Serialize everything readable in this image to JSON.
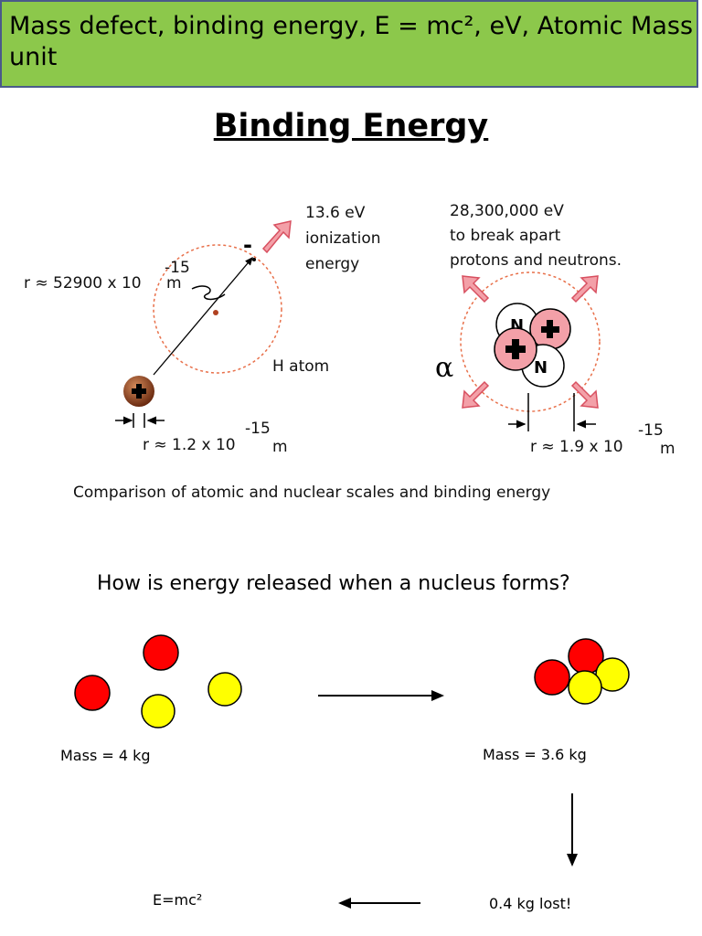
{
  "header": {
    "text": "Mass defect, binding energy, E = mc², eV, Atomic Mass unit"
  },
  "title": "Binding Energy",
  "figure": {
    "left": {
      "radius_label": "r ≈ 52900 x 10",
      "radius_exp": "-15",
      "radius_unit": "m",
      "ionization_line1": "13.6 eV",
      "ionization_line2": "ionization",
      "ionization_line3": "energy",
      "atom_label": "H atom",
      "electron_symbol": "-",
      "nucleus_radius": "r ≈ 1.2 x 10",
      "nucleus_exp": "-15",
      "nucleus_unit": "m"
    },
    "right": {
      "energy_line1": "28,300,000 eV",
      "energy_line2": "to break apart",
      "energy_line3": "protons and neutrons.",
      "alpha": "α",
      "neutron_label": "N",
      "radius": "r ≈ 1.9 x 10",
      "radius_exp": "-15",
      "radius_unit": "m"
    },
    "caption": "Comparison of atomic and nuclear scales and binding energy"
  },
  "question": "How is energy released when a nucleus forms?",
  "process": {
    "mass_before": "Mass = 4 kg",
    "mass_after": "Mass = 3.6 kg",
    "lost": "0.4 kg lost!",
    "formula": "E=mc²"
  },
  "colors": {
    "banner": "#8cc84b",
    "proton": "#ff0000",
    "neutron": "#ffff00",
    "pink": "#f3a0a8"
  }
}
